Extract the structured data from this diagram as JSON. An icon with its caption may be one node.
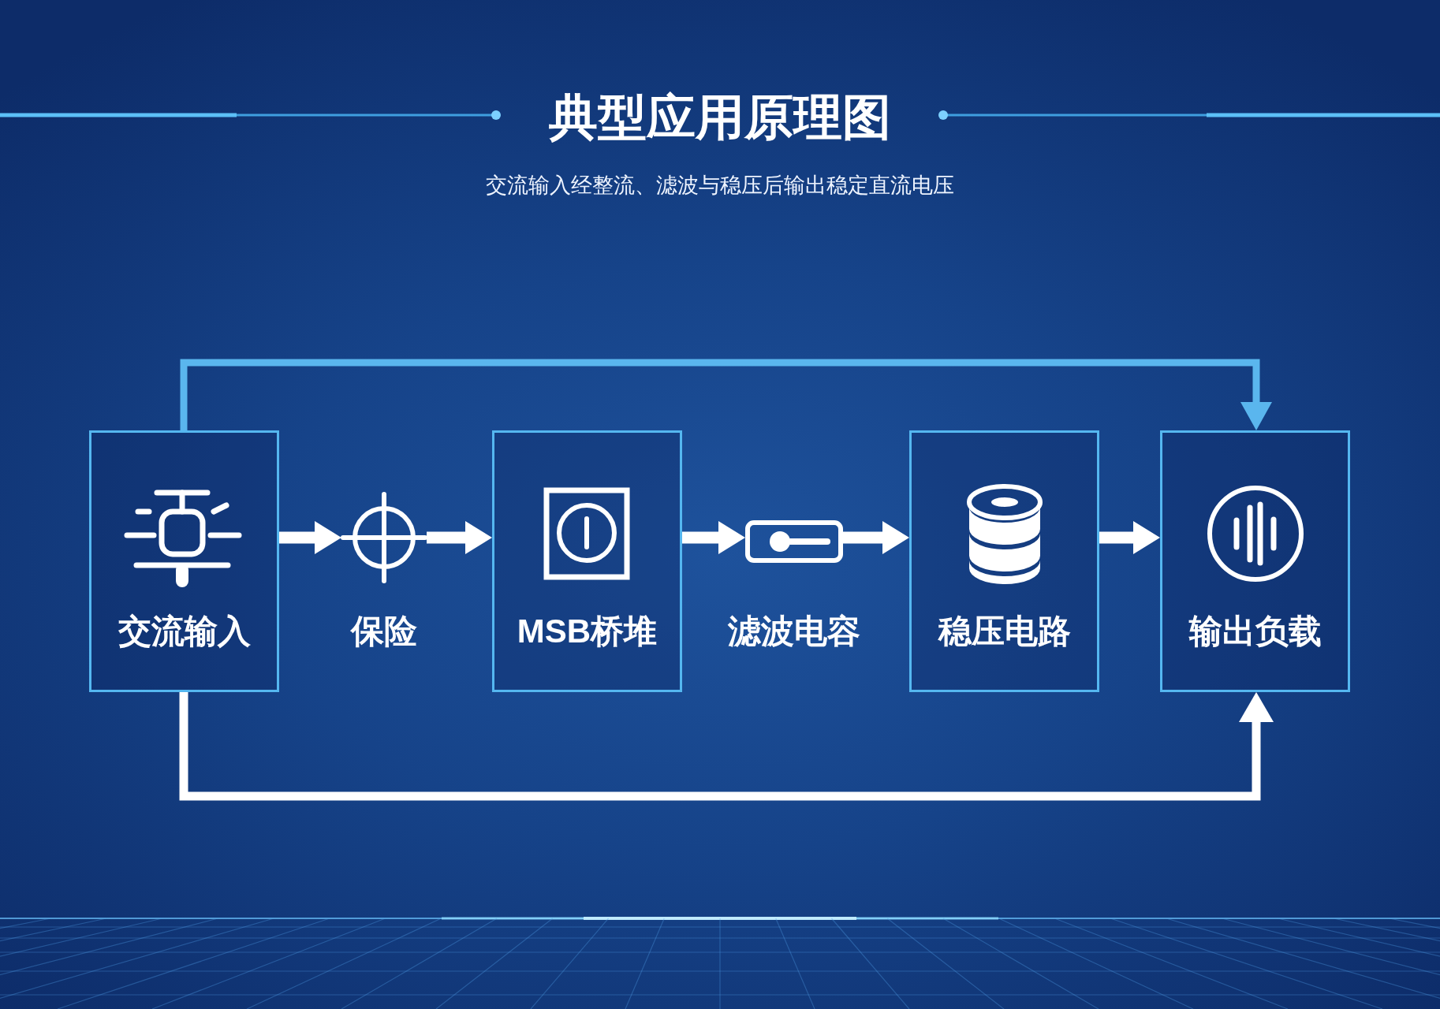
{
  "diagram": {
    "title": "典型应用原理图",
    "nodes": [
      {
        "text": [
          "交流输入"
        ]
      },
      {
        "text": [
          "保险"
        ]
      },
      {
        "text": [
          "MSB桥堆"
        ]
      },
      {
        "text": [
          "滤波电容"
        ]
      },
      {
        "text": [
          "稳压电路"
        ]
      },
      {
        "text": [
          "输出负载"
        ]
      }
    ],
    "edges": [
      {
        "from": 0,
        "to": 1,
        "arrow": "to"
      },
      {
        "from": 1,
        "to": 2,
        "arrow": "to"
      },
      {
        "from": 2,
        "to": 3,
        "arrow": "to"
      },
      {
        "from": 3,
        "to": 4,
        "arrow": "to"
      },
      {
        "from": 4,
        "to": 5,
        "arrow": "to"
      },
      {
        "from": 0,
        "to": 5,
        "arrow": "to",
        "color": "#5ab6ee"
      },
      {
        "from": 0,
        "to": 5,
        "arrow": "to"
      }
    ],
    "labels": [
      "交流输入经整流、滤波与稳压后输出稳定直流电压"
    ]
  }
}
